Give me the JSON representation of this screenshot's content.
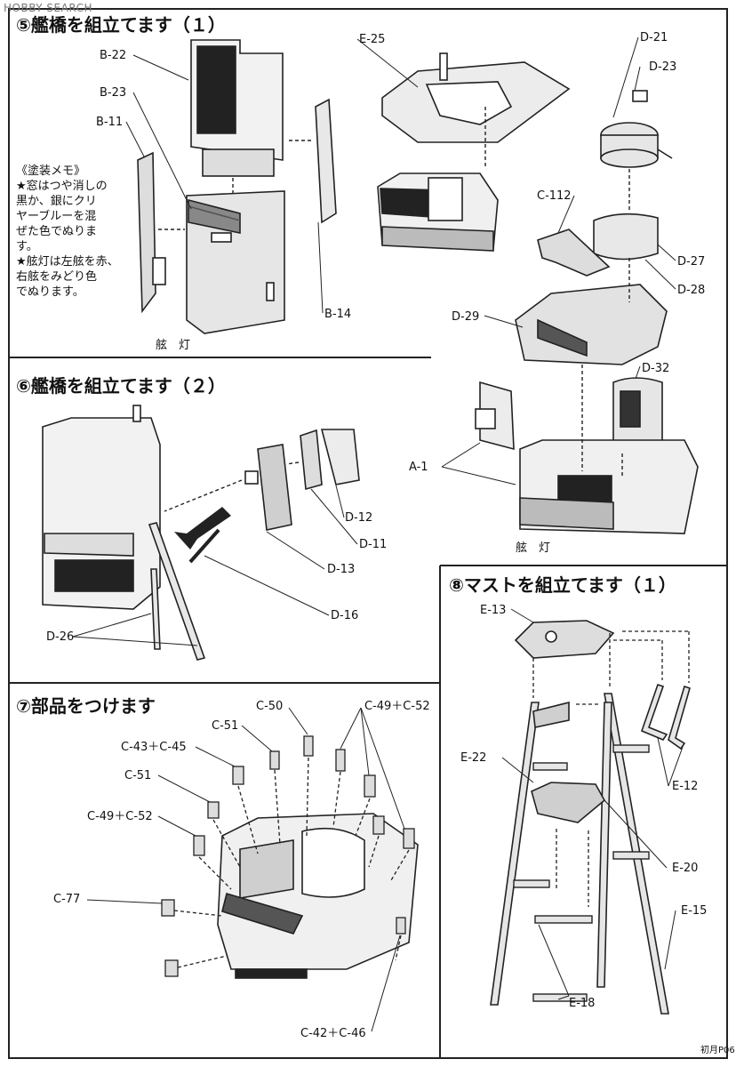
{
  "watermark": "HOBBY SEARCH",
  "footer": "初月P06",
  "sections": {
    "s5": {
      "title": "⑤艦橋を組立てます（１）"
    },
    "s6": {
      "title": "⑥艦橋を組立てます（２）"
    },
    "s7": {
      "title": "⑦部品をつけます"
    },
    "s8": {
      "title": "⑧マストを組立てます（１）"
    }
  },
  "memo": {
    "heading": "《塗装メモ》",
    "lines": [
      "★窓はつや消しの",
      "黒か、銀にクリ",
      "ヤーブルーを混",
      "ぜた色でぬりま",
      "す。",
      "★舷灯は左舷を赤、",
      "右舷をみどり色",
      "でぬります。"
    ]
  },
  "labels": {
    "B22": "B-22",
    "B23": "B-23",
    "B11": "B-11",
    "B14": "B-14",
    "E25": "E-25",
    "D21": "D-21",
    "D23": "D-23",
    "C112": "C-112",
    "D27": "D-27",
    "D28": "D-28",
    "D29": "D-29",
    "D32": "D-32",
    "A1": "A-1",
    "light1": "舷　灯",
    "light2": "舷　灯",
    "D12": "D-12",
    "D11": "D-11",
    "D13": "D-13",
    "D16": "D-16",
    "D26": "D-26",
    "C50": "C-50",
    "C49C52a": "C-49＋C-52",
    "C51a": "C-51",
    "C43C45": "C-43＋C-45",
    "C51b": "C-51",
    "C49C52b": "C-49＋C-52",
    "C77": "C-77",
    "C42C46": "C-42＋C-46",
    "E13": "E-13",
    "E22": "E-22",
    "E12": "E-12",
    "E20": "E-20",
    "E15": "E-15",
    "E18": "E-18"
  }
}
